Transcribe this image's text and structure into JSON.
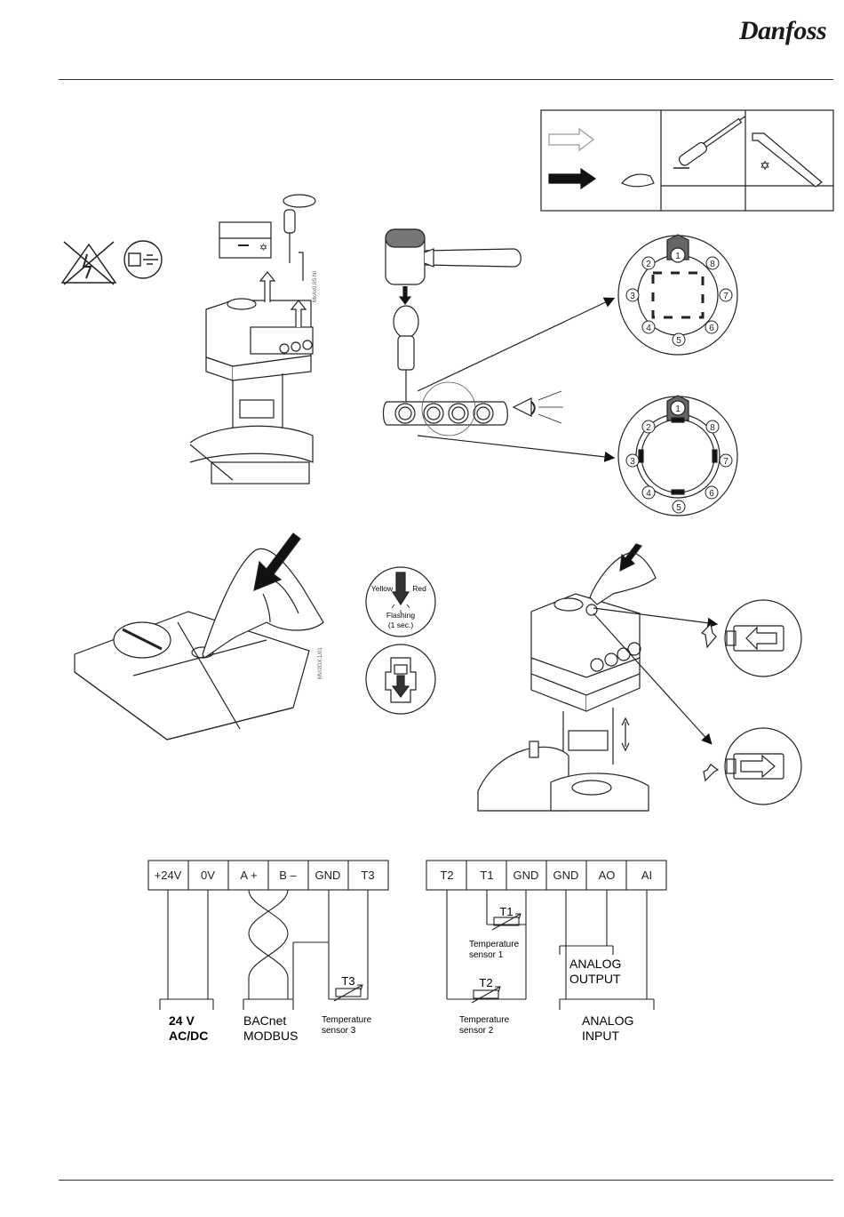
{
  "header": {
    "brand": "Danfoss"
  },
  "legend": {
    "screwdriver_mark": "—",
    "torx_mark": "✡"
  },
  "notes": {
    "code_1": "MxAx0.0S.NI",
    "code_2": "MV/2DX.1/01"
  },
  "valve_ring": {
    "pointer_label": "1",
    "positions": [
      "1",
      "2",
      "3",
      "4",
      "5",
      "6",
      "7",
      "8"
    ]
  },
  "indicator": {
    "yellow": "Yellow",
    "red": "Red",
    "flashing": "Flashing",
    "duration": "(1 sec.)"
  },
  "wiring_left": {
    "terminals": [
      "+24V",
      "0V",
      "A +",
      "B –",
      "GND",
      "T3"
    ],
    "sensor_label": "T3",
    "labels": {
      "power": [
        "24 V",
        "AC/DC"
      ],
      "bus": [
        "BACnet",
        "MODBUS"
      ],
      "sensor": [
        "Temperature",
        "sensor 3"
      ]
    }
  },
  "wiring_right": {
    "terminals": [
      "T2",
      "T1",
      "GND",
      "GND",
      "AO",
      "AI"
    ],
    "sensor1_label": "T1",
    "sensor2_label": "T2",
    "labels": {
      "sensor1": [
        "Temperature",
        "sensor 1"
      ],
      "sensor2": [
        "Temperature",
        "sensor 2"
      ],
      "analog_output": [
        "ANALOG",
        "OUTPUT"
      ],
      "analog_input": [
        "ANALOG",
        "INPUT"
      ]
    }
  }
}
